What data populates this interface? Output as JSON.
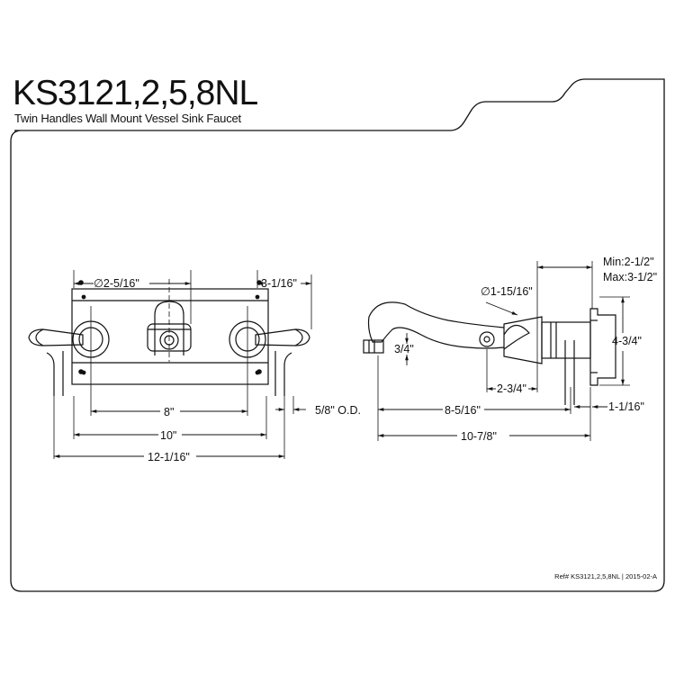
{
  "header": {
    "model": "KS3121,2,5,8NL",
    "description": "Twin Handles Wall Mount Vessel Sink Faucet"
  },
  "front_view": {
    "dims": {
      "handle_diameter": "∅2-5/16\"",
      "plate_width": "3-1/16\"",
      "spacing_8": "8\"",
      "spacing_10": "10\"",
      "overall_width": "12-1/16\"",
      "supply_od": "5/8\" O.D."
    }
  },
  "side_view": {
    "dims": {
      "wall_min": "Min:2-1/2\"",
      "wall_max": "Max:3-1/2\"",
      "body_diameter": "∅1-15/16\"",
      "height": "4-3/4\"",
      "aerator": "3/4\"",
      "handle_depth": "2-3/4\"",
      "spout_reach": "8-5/16\"",
      "overall_reach": "10-7/8\"",
      "flange": "1-1/16\""
    }
  },
  "footer": {
    "reference": "Ref# KS3121,2,5,8NL | 2015-02-A"
  }
}
